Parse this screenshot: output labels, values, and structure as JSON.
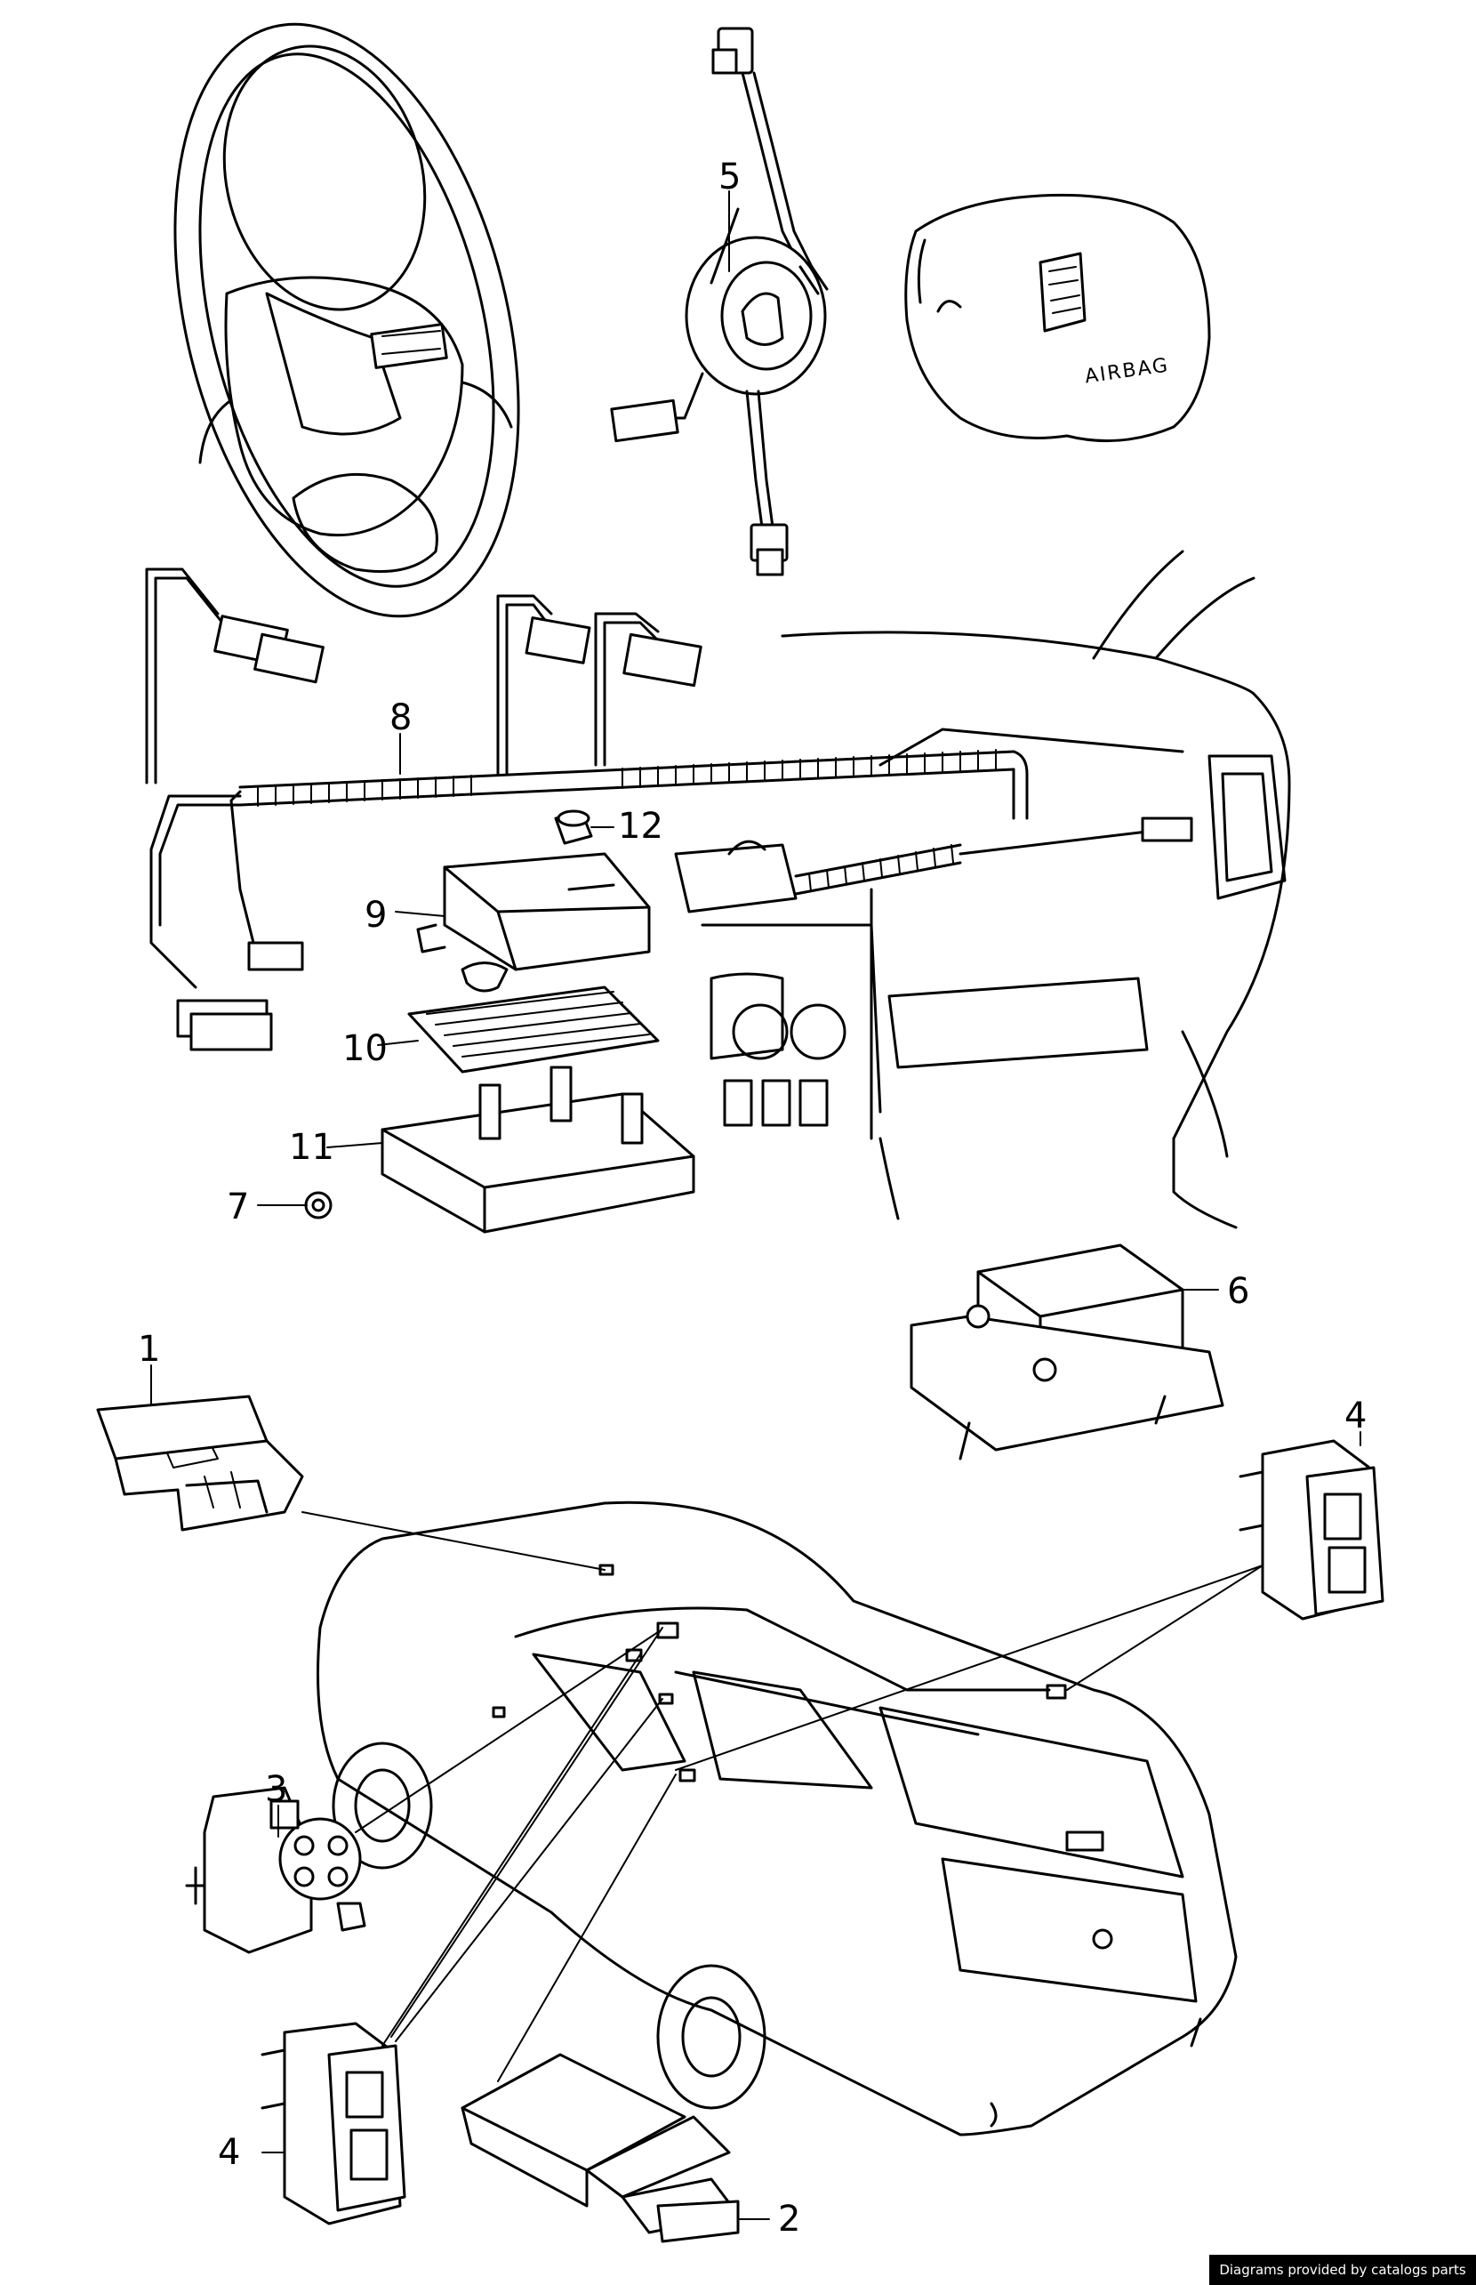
{
  "callouts": [
    {
      "id": "1",
      "label": "1"
    },
    {
      "id": "2",
      "label": "2"
    },
    {
      "id": "3",
      "label": "3"
    },
    {
      "id": "4a",
      "label": "4"
    },
    {
      "id": "4b",
      "label": "4"
    },
    {
      "id": "5",
      "label": "5"
    },
    {
      "id": "6",
      "label": "6"
    },
    {
      "id": "7",
      "label": "7"
    },
    {
      "id": "8",
      "label": "8"
    },
    {
      "id": "9",
      "label": "9"
    },
    {
      "id": "10",
      "label": "10"
    },
    {
      "id": "11",
      "label": "11"
    },
    {
      "id": "12",
      "label": "12"
    }
  ],
  "airbag_cover_text": "AIRBAG",
  "footer": {
    "credit": "Diagrams provided by catalogs parts"
  }
}
